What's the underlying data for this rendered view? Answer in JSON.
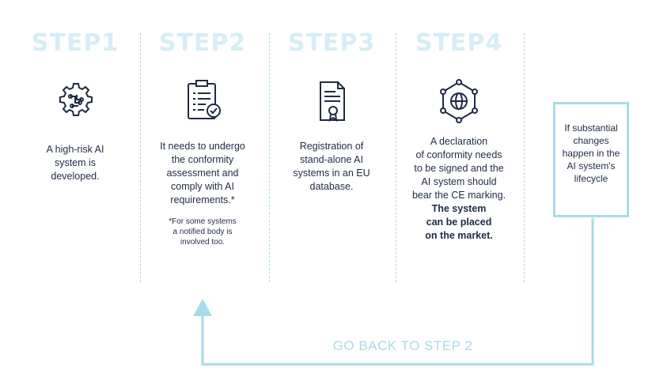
{
  "steps": [
    {
      "title": "STEP1",
      "icon": "ai-gear-icon",
      "lines": [
        "A high-risk AI",
        "system is",
        "developed."
      ]
    },
    {
      "title": "STEP2",
      "icon": "checklist-icon",
      "lines": [
        "It needs to undergo",
        "the conformity",
        "assessment and",
        "comply with AI",
        "requirements.*"
      ],
      "note": [
        "*For some systems",
        "a notified body is",
        "involved too."
      ]
    },
    {
      "title": "STEP3",
      "icon": "certificate-icon",
      "lines": [
        "Registration of",
        "stand-alone AI",
        "systems in an EU",
        "database."
      ]
    },
    {
      "title": "STEP4",
      "icon": "network-globe-icon",
      "lines": [
        "A declaration",
        "of conformity needs",
        "to be signed and the",
        "AI system should",
        "bear the CE marking."
      ],
      "bold_lines": [
        "The system",
        "can be placed",
        "on the market."
      ]
    }
  ],
  "change_box": {
    "lines": [
      "If substantial",
      "changes",
      "happen in the",
      "AI system's",
      "lifecycle"
    ]
  },
  "go_back_label": "GO BACK TO STEP 2",
  "colors": {
    "title": "#d6eef5",
    "accent": "#a9dbe8",
    "text": "#1f2a44"
  }
}
